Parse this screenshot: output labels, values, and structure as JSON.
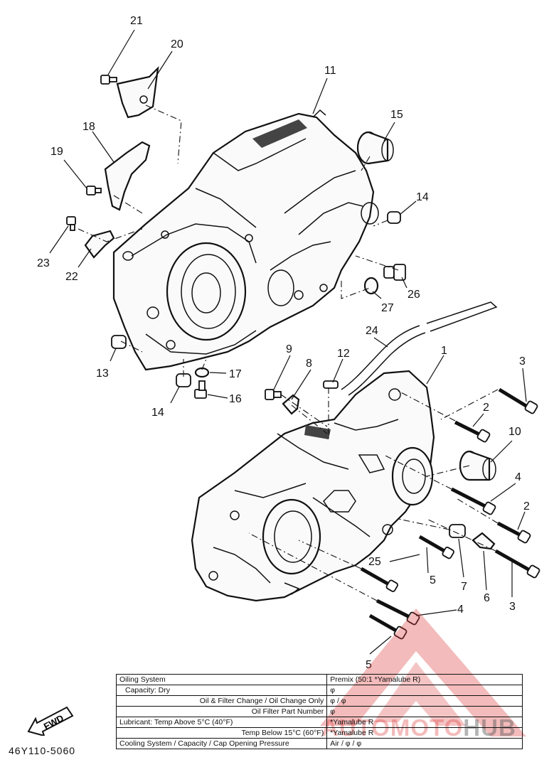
{
  "diagram": {
    "drawing_code": "46Y110-5060",
    "fwd_label": "FWD",
    "callouts": {
      "c21": "21",
      "c20": "20",
      "c11": "11",
      "c15": "15",
      "c18": "18",
      "c19": "19",
      "c14a": "14",
      "c23": "23",
      "c22": "22",
      "c26": "26",
      "c27": "27",
      "c24": "24",
      "c13": "13",
      "c17": "17",
      "c14b": "14",
      "c16": "16",
      "c9": "9",
      "c8": "8",
      "c12": "12",
      "c1": "1",
      "c3a": "3",
      "c2a": "2",
      "c10": "10",
      "c4a": "4",
      "c2b": "2",
      "c25": "25",
      "c5a": "5",
      "c7": "7",
      "c6": "6",
      "c3b": "3",
      "c4b": "4",
      "c5b": "5"
    }
  },
  "spec_table": {
    "rows": [
      {
        "label": "Oiling System",
        "value": "Premix (50:1 *Yamalube R)"
      },
      {
        "label": "Capacity: Dry",
        "value": "φ"
      },
      {
        "label": "Oil & Filter Change / Oil Change Only",
        "value": "φ / φ"
      },
      {
        "label": "Oil Filter Part Number",
        "value": "φ"
      },
      {
        "label": "Lubricant: Temp Above 5°C (40°F)",
        "value": "*Yamalube R"
      },
      {
        "label": "Temp Below 15°C (60°F)",
        "value": "*Yamalube R"
      },
      {
        "label": "Cooling System / Capacity / Cap Opening Pressure",
        "value": "Air / φ / φ"
      }
    ]
  },
  "watermark": {
    "part1": "AUTOMOTO",
    "part2": "HUB"
  }
}
